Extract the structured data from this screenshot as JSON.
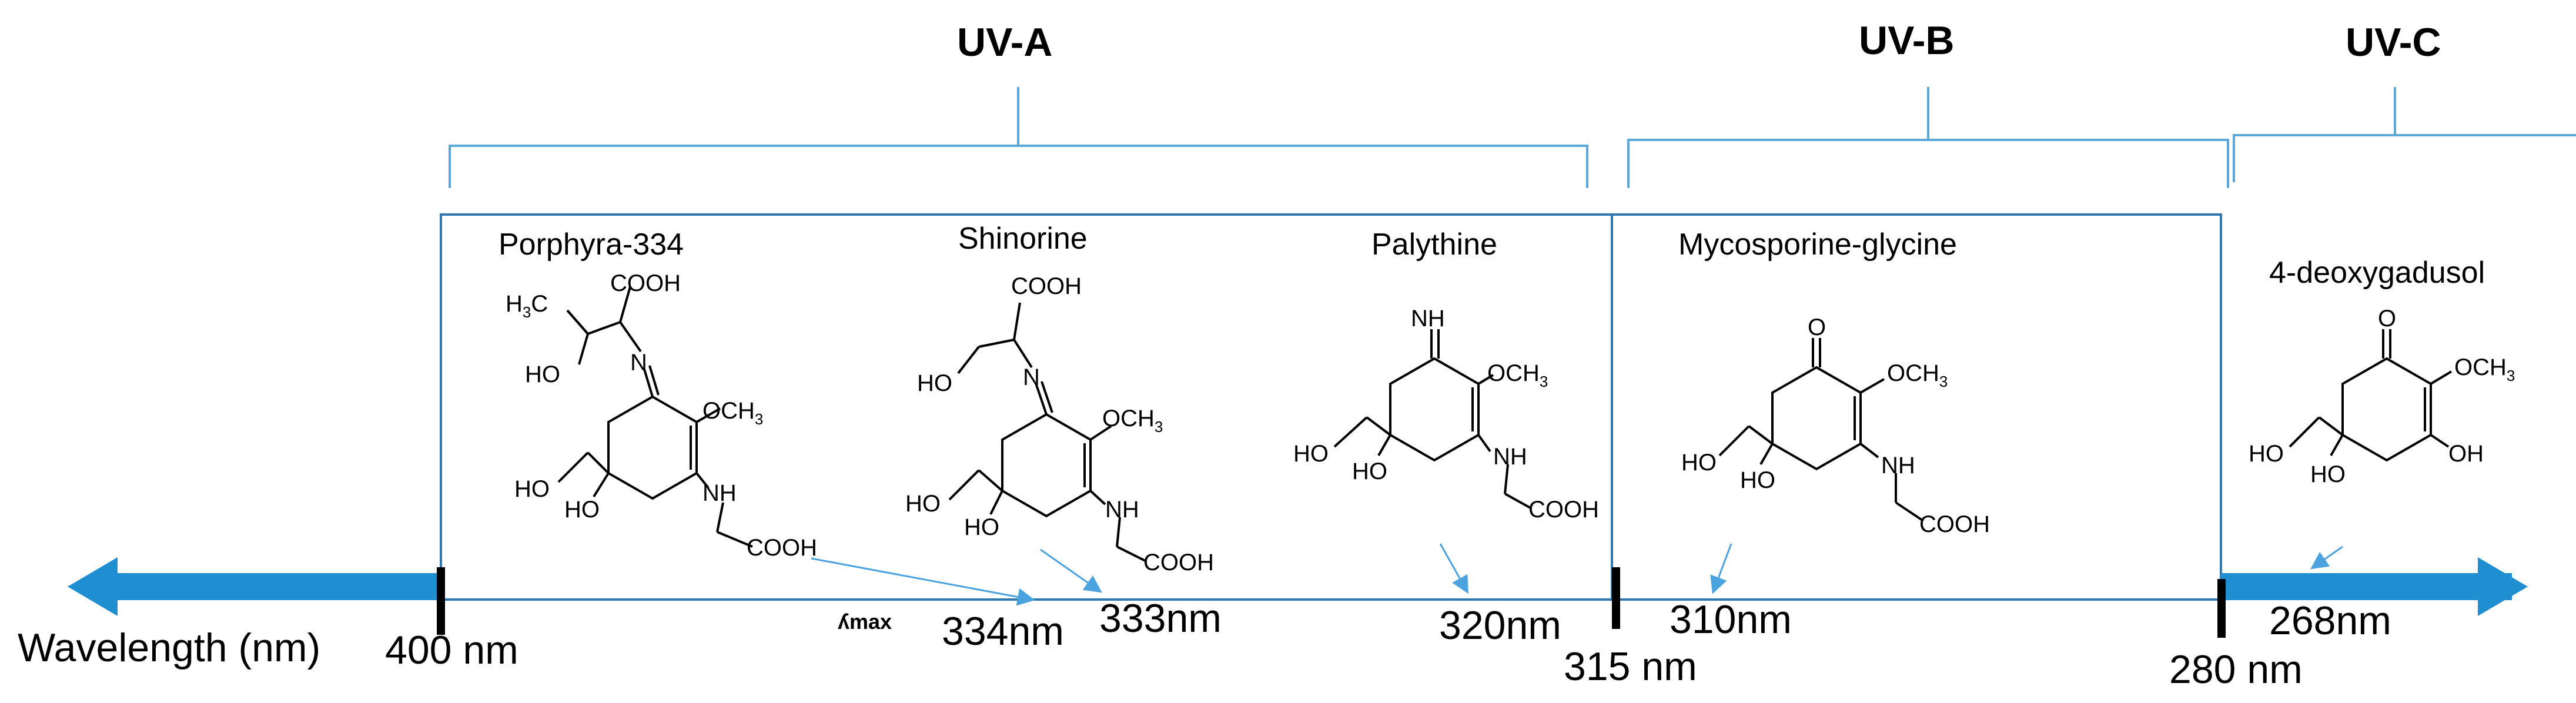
{
  "bands": [
    {
      "id": "uva",
      "label": "UV-A"
    },
    {
      "id": "uvb",
      "label": "UV-B"
    },
    {
      "id": "uvc",
      "label": "UV-C"
    }
  ],
  "axis": {
    "label": "Wavelength (nm)",
    "lambda_label": "ʎmax",
    "ticks": [
      "400 nm",
      "315 nm",
      "280 nm"
    ],
    "color": "#1f8fd1"
  },
  "compounds": [
    {
      "name": "Porphyra-334",
      "lambda_max": "334nm"
    },
    {
      "name": "Shinorine",
      "lambda_max": "333nm"
    },
    {
      "name": "Palythine",
      "lambda_max": "320nm"
    },
    {
      "name": "Mycosporine-glycine",
      "lambda_max": "310nm"
    },
    {
      "name": "4-deoxygadusol",
      "lambda_max": "268nm"
    }
  ],
  "atoms": {
    "cooh": "COOH",
    "och3": "OCH",
    "sub3": "3",
    "h3c": "H",
    "ho": "HO",
    "oh": "OH",
    "nh": "NH",
    "n": "N",
    "nh_imine": "NH",
    "o": "O"
  }
}
